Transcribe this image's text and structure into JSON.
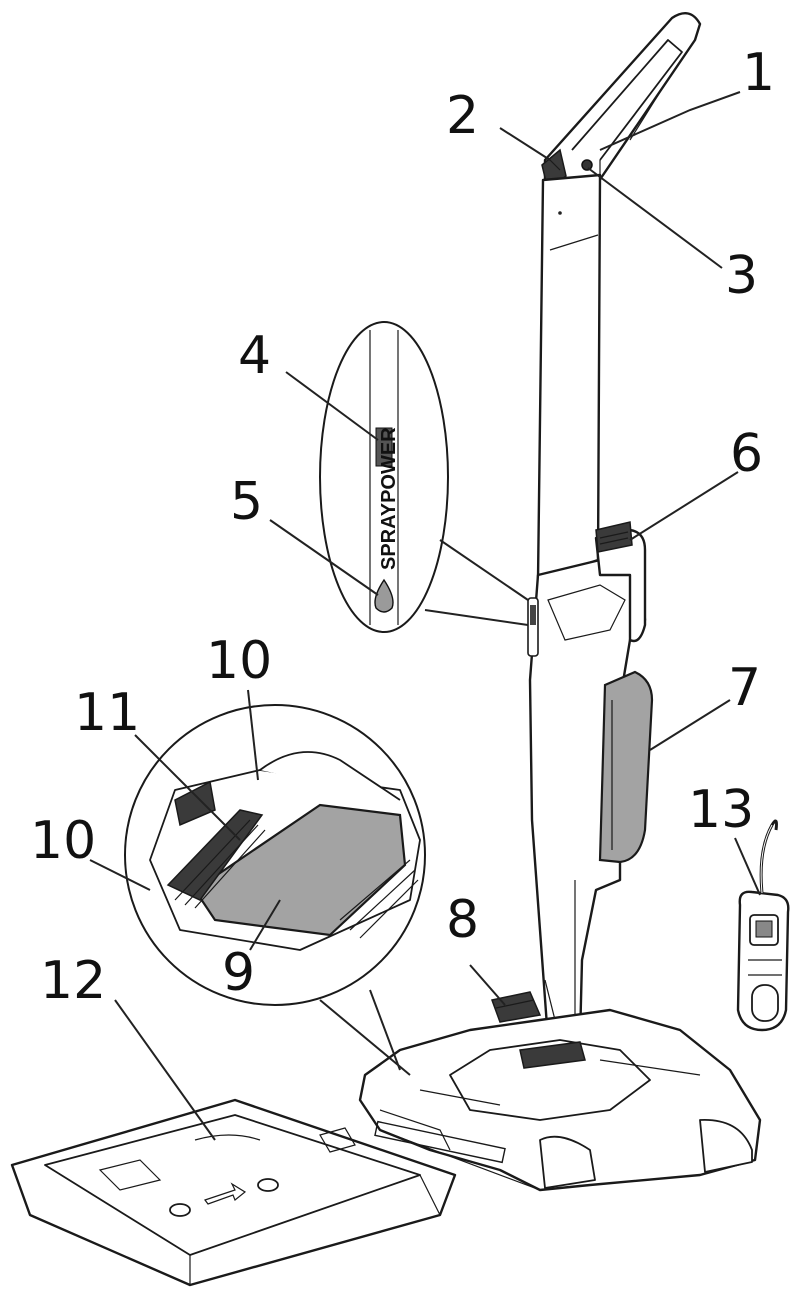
{
  "callouts": {
    "c1": "1",
    "c2": "2",
    "c3": "3",
    "c4": "4",
    "c5": "5",
    "c6": "6",
    "c7": "7",
    "c8": "8",
    "c9": "9",
    "c10a": "10",
    "c10b": "10",
    "c11": "11",
    "c12": "12",
    "c13": "13"
  },
  "zoom_label": "SPRAYPOWER",
  "colors": {
    "outline": "#1a1a1a",
    "panel_gray": "#a3a3a3",
    "background": "#ffffff"
  }
}
